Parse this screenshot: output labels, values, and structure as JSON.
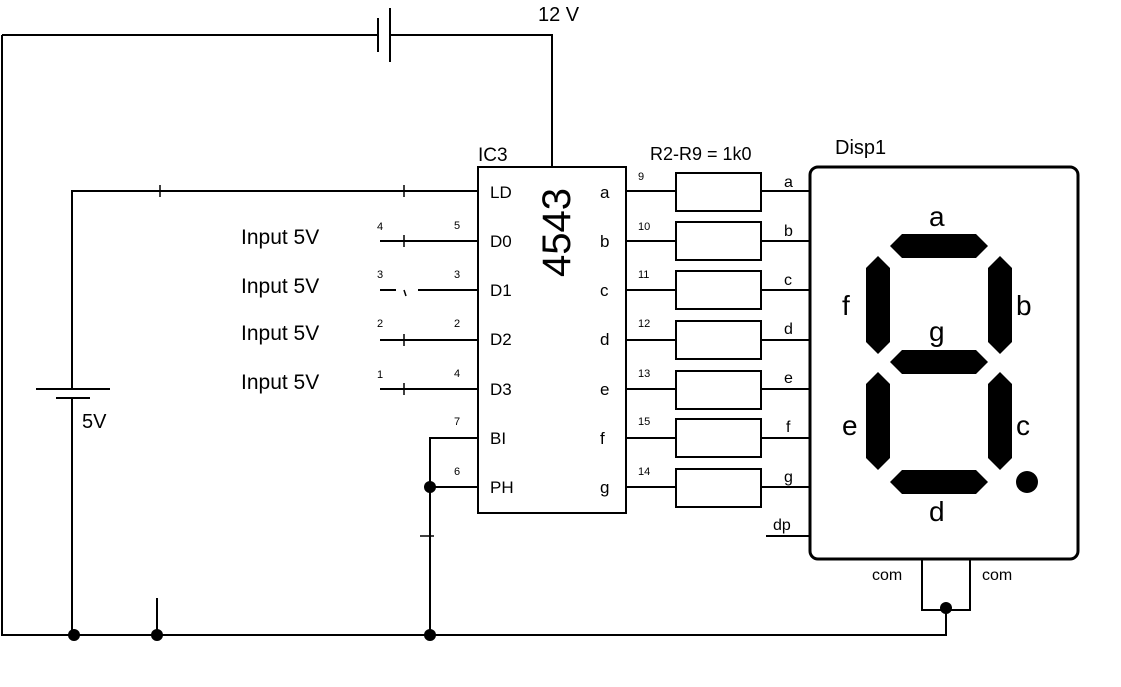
{
  "battery_12v": {
    "label": "12 V"
  },
  "battery_5v": {
    "label": "5V"
  },
  "ic": {
    "ref": "IC3",
    "part": "4543",
    "left_pins": [
      {
        "label": "LD",
        "number": ""
      },
      {
        "label": "D0",
        "number": "5"
      },
      {
        "label": "D1",
        "number": "3"
      },
      {
        "label": "D2",
        "number": "2"
      },
      {
        "label": "D3",
        "number": "4"
      },
      {
        "label": "BI",
        "number": "7"
      },
      {
        "label": "PH",
        "number": "6"
      }
    ],
    "right_pins": [
      {
        "label": "a",
        "number": "9"
      },
      {
        "label": "b",
        "number": "10"
      },
      {
        "label": "c",
        "number": "11"
      },
      {
        "label": "d",
        "number": "12"
      },
      {
        "label": "e",
        "number": "13"
      },
      {
        "label": "f",
        "number": "15"
      },
      {
        "label": "g",
        "number": "14"
      }
    ]
  },
  "inputs": [
    {
      "label": "Input 5V",
      "switch_number": "4"
    },
    {
      "label": "Input 5V",
      "switch_number": "3"
    },
    {
      "label": "Input 5V",
      "switch_number": "2"
    },
    {
      "label": "Input 5V",
      "switch_number": "1"
    }
  ],
  "resistors": {
    "label": "R2-R9 = 1k0"
  },
  "display": {
    "ref": "Disp1",
    "pins": [
      "a",
      "b",
      "c",
      "d",
      "e",
      "f",
      "g",
      "dp"
    ],
    "segments": {
      "a": "a",
      "b": "b",
      "c": "c",
      "d": "d",
      "e": "e",
      "f": "f",
      "g": "g"
    },
    "com_left": "com",
    "com_right": "com"
  }
}
